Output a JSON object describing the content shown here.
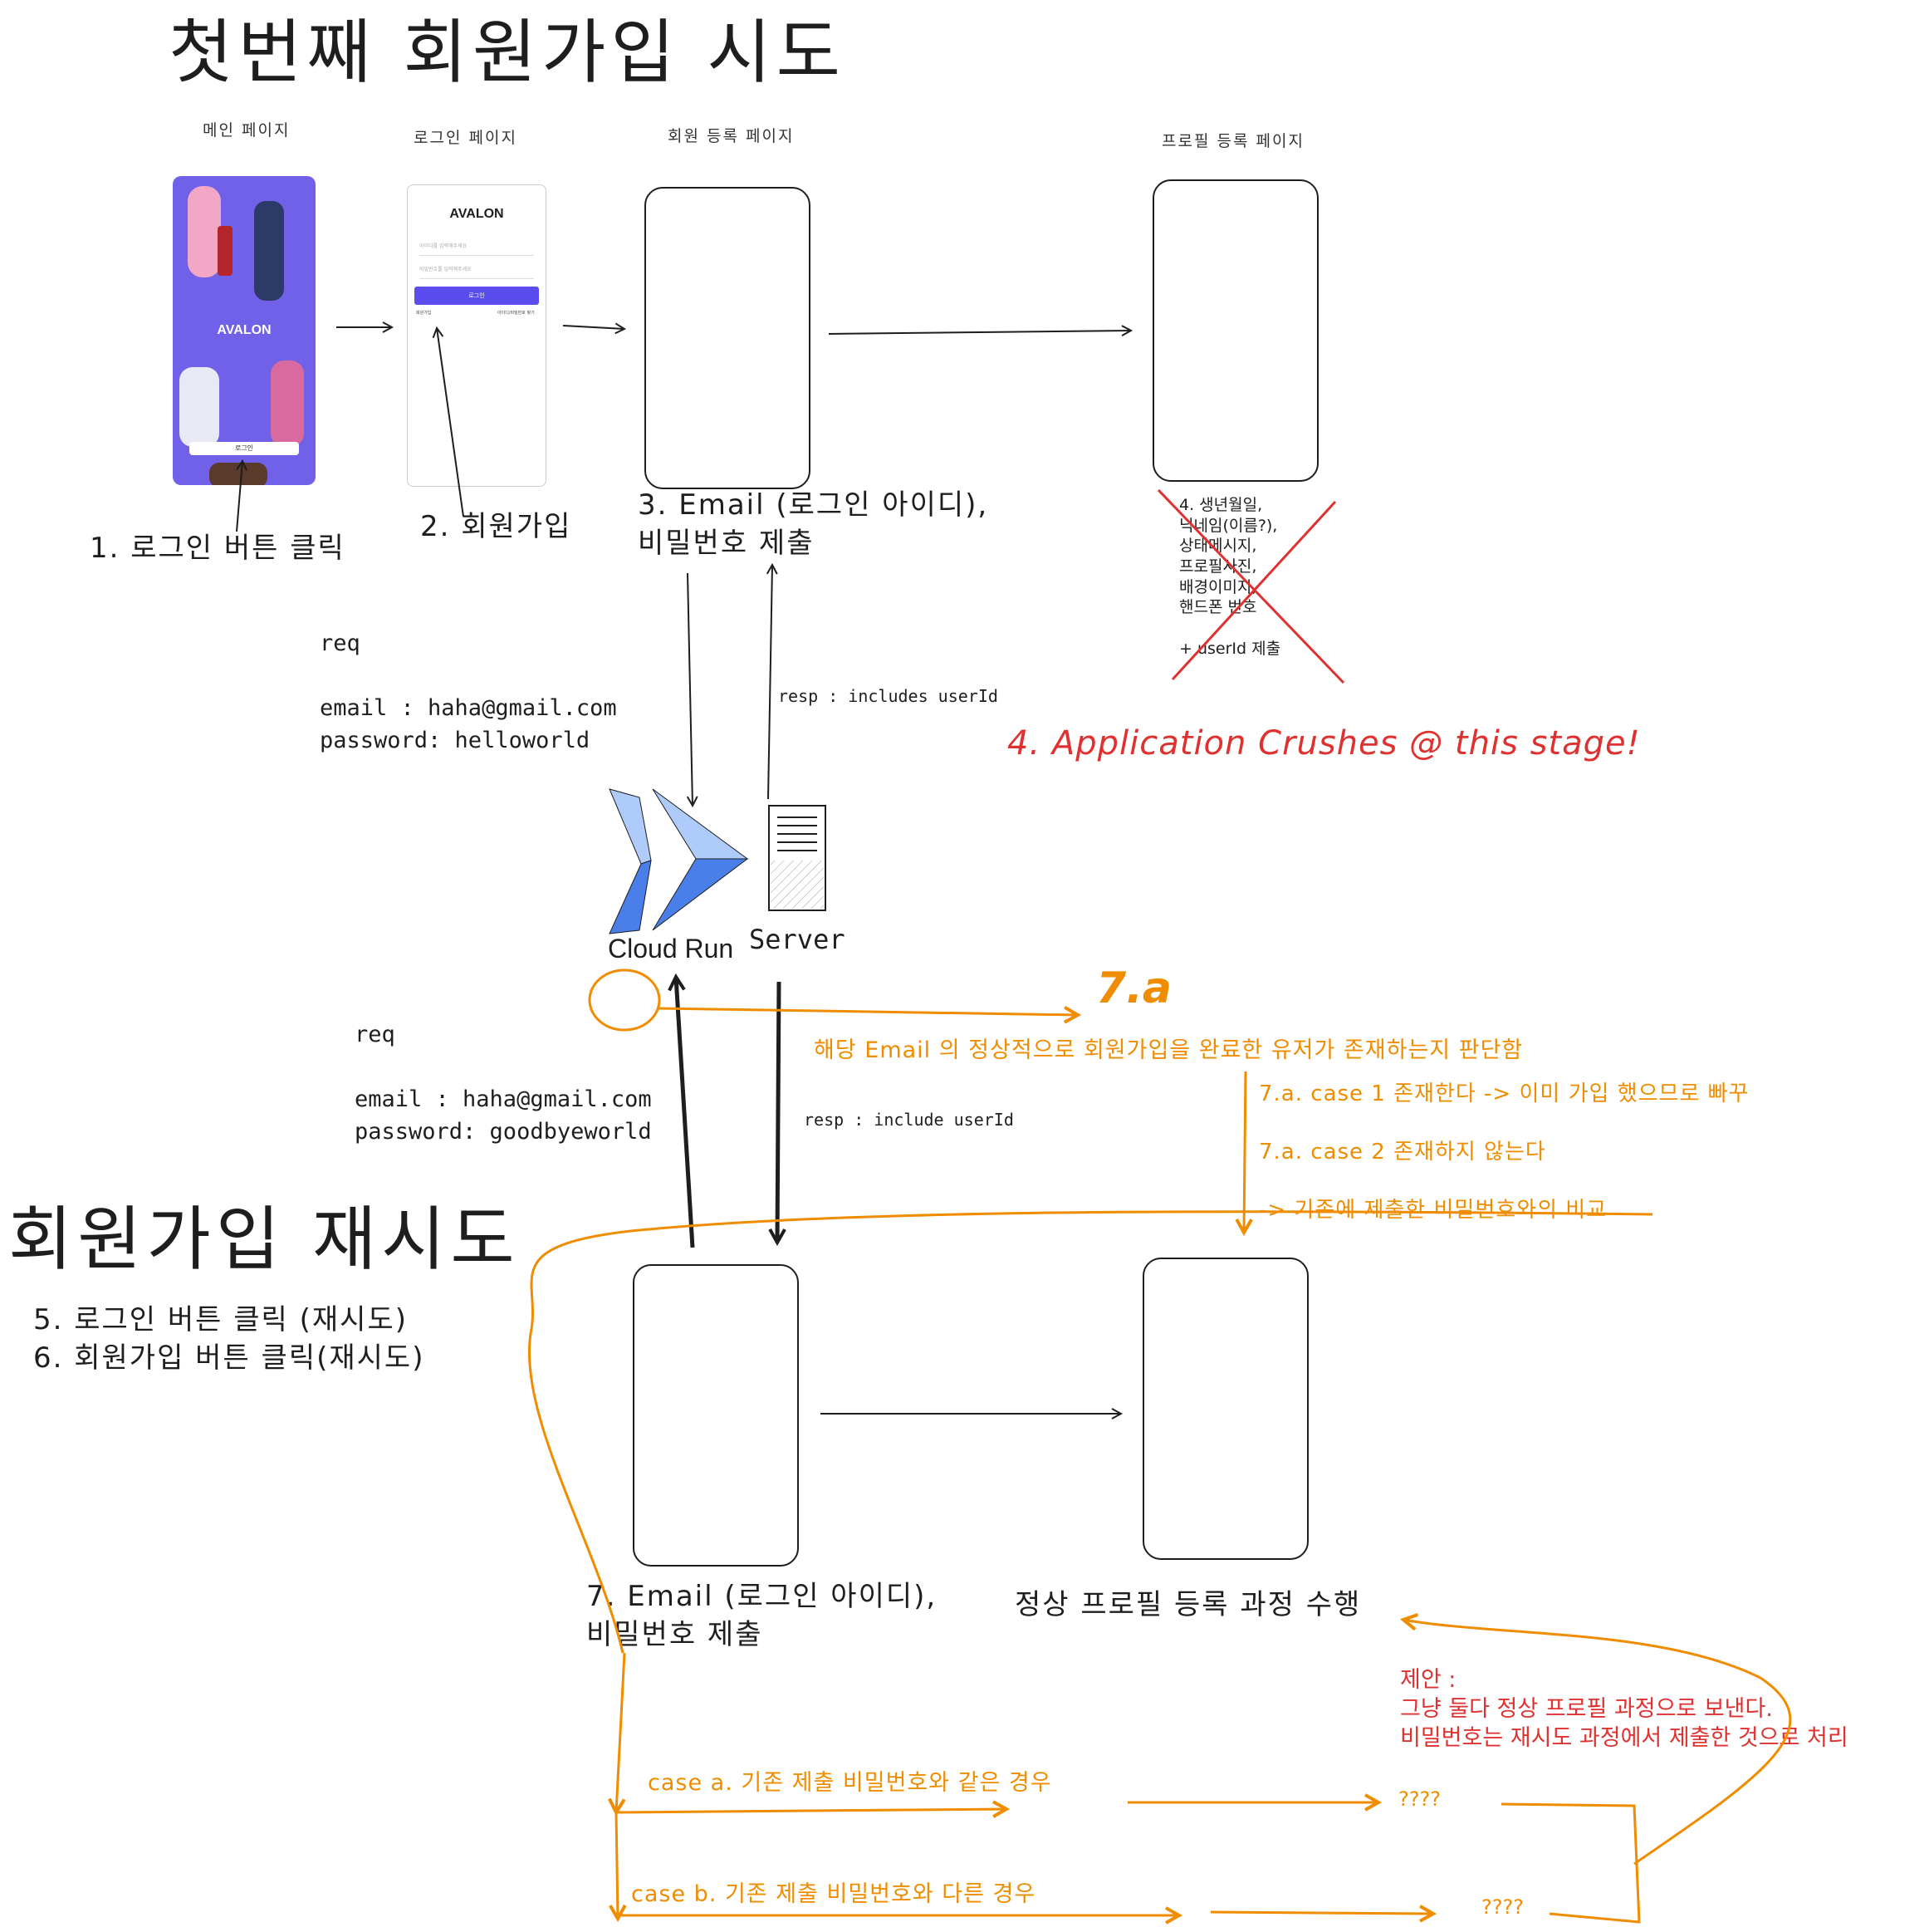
{
  "title_first": "첫번째 회원가입 시도",
  "title_retry": "회원가입 재시도",
  "captions": {
    "main": "메인 페이지",
    "login": "로그인 페이지",
    "register": "회원 등록 페이지",
    "profile": "프로필 등록 페이지"
  },
  "main_screen": {
    "logo": "AVALON",
    "button": "로그인"
  },
  "login_screen": {
    "logo": "AVALON",
    "id_placeholder": "아이디를 입력해주세요",
    "pw_placeholder": "비밀번호를 입력해주세요",
    "login_button": "로그인",
    "signup_link": "회원가입",
    "find_link": "아이디/비밀번호 찾기"
  },
  "steps": {
    "s1": "1. 로그인 버튼 클릭",
    "s2": "2. 회원가입",
    "s3": "3. Email (로그인 아이디),\n비밀번호 제출",
    "s4": "4. 생년월일,\n닉네임(이름?),\n상태메시지,\n프로필사진,\n배경이미지,\n핸드폰 번호\n\n+ userId 제출",
    "crash": "4. Application Crushes @ this stage!",
    "s56": "5. 로그인 버튼 클릭 (재시도)\n6. 회원가입 버튼 클릭(재시도)",
    "s7": "7. Email (로그인 아이디),\n비밀번호 제출",
    "normal": "정상 프로필 등록 과정 수행"
  },
  "req1": "req\n\nemail : haha@gmail.com\npassword: helloworld",
  "resp1": "resp : includes userId",
  "req2": "req\n\nemail : haha@gmail.com\npassword: goodbyeworld",
  "resp2": "resp : include userId",
  "services": {
    "cloud_run": "Cloud Run",
    "server": "Server"
  },
  "seven_a": {
    "label": "7.a",
    "desc": "해당 Email 의 정상적으로 회원가입을 완료한 유저가 존재하는지 판단함",
    "case1": "7.a. case 1 존재한다 -> 이미 가입 했으므로 빠꾸",
    "case2": "7.a. case 2 존재하지 않는다",
    "compare": "-> 기존에 제출한 비밀번호와의 비교"
  },
  "cases": {
    "a": "case a. 기존 제출 비밀번호와 같은 경우",
    "b": "case b. 기존 제출 비밀번호와 다른 경우",
    "q1": "????",
    "q2": "????"
  },
  "proposal": "제안 :\n그냥 둘다 정상 프로필 과정으로 보낸다.\n비밀번호는 재시도 과정에서 제출한 것으로 처리",
  "colors": {
    "ink": "#1e1e1e",
    "orange": "#f08c00",
    "red": "#e03131",
    "purple": "#7160e8",
    "blue": "#4a7ee8"
  }
}
